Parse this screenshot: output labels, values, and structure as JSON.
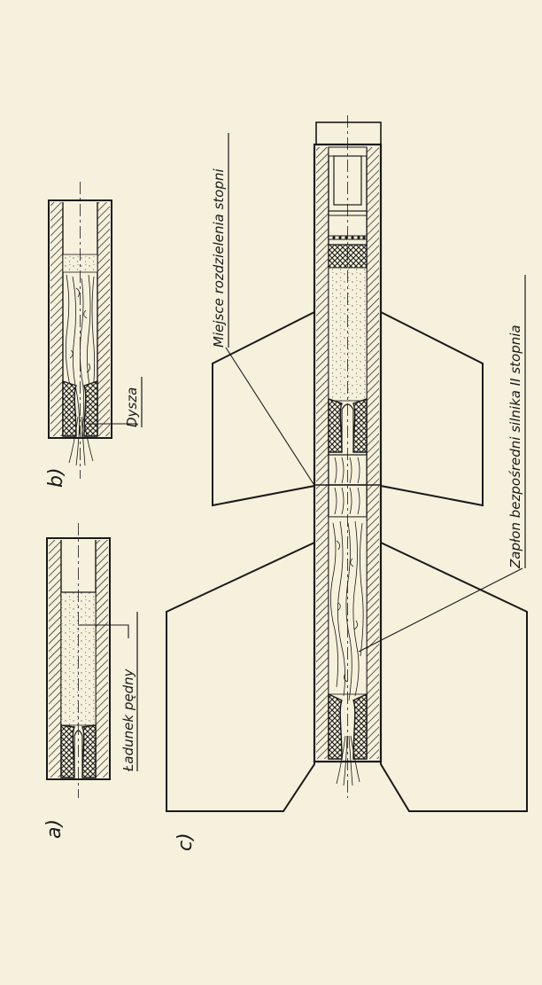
{
  "figure": {
    "panel_a": {
      "tag": "a)",
      "charge_label": "Ładunek pędny"
    },
    "panel_b": {
      "tag": "b)",
      "nozzle_label": "Dysza"
    },
    "panel_c": {
      "tag": "c)",
      "separation_label": "Miejsce rozdzielenia stopni",
      "ignition_label": "Zapłon bezpośredni silnika II stopnia"
    }
  },
  "colors": {
    "paper": "#f6f1dc",
    "ink": "#1a1a1a",
    "grain": "#6e6a5c"
  }
}
